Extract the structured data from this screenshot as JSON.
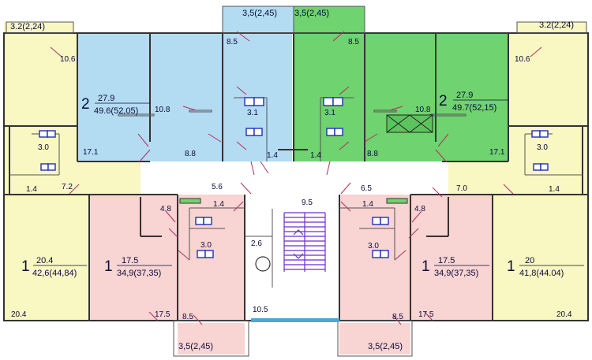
{
  "colors": {
    "blue_apartment": "#b3dcf3",
    "green_apartment": "#6fd36f",
    "pink_apartment": "#f8d4d2",
    "yellow_apartment": "#f9f7c2",
    "fixture_blue": "#1e2fb8",
    "door_swing": "#b03060",
    "stair_purple": "#6a2ccf"
  },
  "apartments": {
    "blue": {
      "rooms": "2",
      "living": "27.9",
      "area": "49.6(52,05)"
    },
    "green": {
      "rooms": "2",
      "living": "27.9",
      "area": "49.7(52,15)"
    },
    "left_yellow": {
      "rooms": "1",
      "living": "20.4",
      "area": "42,6(44,84)"
    },
    "left_pink": {
      "rooms": "1",
      "living": "17.5",
      "area": "34,9(37,35)"
    },
    "right_pink": {
      "rooms": "1",
      "living": "17.5",
      "area": "34,9(37,35)"
    },
    "right_yellow": {
      "rooms": "1",
      "living": "20",
      "area": "41,8(44.04)"
    }
  },
  "labels": {
    "balc_top_blue": "3,5(2,45)",
    "balc_top_green": "3,5(2,45)",
    "balc_tl": "3.2(2,24)",
    "balc_tr": "3.2(2,24)",
    "balc_bl": "3,5(2,45)",
    "balc_br": "3,5(2,45)",
    "hall_l_top": "10.6",
    "hall_r_top": "10.6",
    "blue_kitchen": "8.5",
    "green_kitchen": "8.5",
    "blue_bedroom": "10.8",
    "green_bedroom": "10.8",
    "blue_bath": "3.1",
    "green_bath": "3.1",
    "blue_living": "17.1",
    "green_living": "17.1",
    "blue_hall": "8.8",
    "green_hall": "8.8",
    "blue_wc": "1.4",
    "green_wc": "1.4",
    "ly_bath": "3.0",
    "ry_bath": "3.0",
    "ly_wc": "1.4",
    "ry_wc": "1.4",
    "ly_hall": "7.2",
    "ry_hall": "7.0",
    "lp_hall": "5.6",
    "rp_hall": "6.5",
    "lp_entry": "4.8",
    "rp_entry": "4.8",
    "lp_wc": "1.4",
    "rp_wc": "1.4",
    "lp_bath": "3.0",
    "rp_bath": "3.0",
    "lift": "2.6",
    "stair_top": "9.5",
    "corridor": "10.5",
    "ly_living": "20.4",
    "lp_living": "17.5",
    "lp_kitchen": "8.5",
    "rp_kitchen": "8.5",
    "rp_living": "17.5",
    "ry_living": "20.4"
  }
}
